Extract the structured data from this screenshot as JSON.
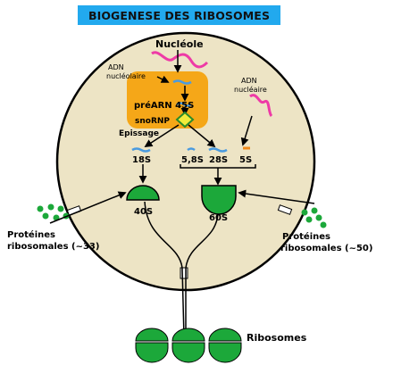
{
  "title": "BIOGENESE DES RIBOSOMES",
  "labels": {
    "nucleole": "Nucléole",
    "adn_nucleolaire_1": "ADN",
    "adn_nucleolaire_2": "nucléolaire",
    "pre_arn": "préARN 45S",
    "snornp": "snoRNP",
    "epissage": "Epissage",
    "adn_nucleaire_1": "ADN",
    "adn_nucleaire_2": "nucléaire",
    "rrna_18s": "18S",
    "rrna_58s": "5,8S",
    "rrna_28s": "28S",
    "rrna_5s": "5S",
    "subunit_40s": "40S",
    "subunit_60s": "60S",
    "proteines_left_1": "Protéines",
    "proteines_left_2": "ribosomales (~33)",
    "proteines_right_1": "Protéines",
    "proteines_right_2": "ribosomales (~50)",
    "ribosomes": "Ribosomes"
  },
  "colors": {
    "title_bg": "#22a9ee",
    "nucleus_fill": "#ede4c5",
    "nucleolus_fill": "#f5a718",
    "dna_pink": "#ee3aa6",
    "rna_blue": "#4a9be0",
    "rna_orange": "#f08a1a",
    "subunit_green": "#1ca83a",
    "snornp_yellow": "#f2ec3a"
  }
}
